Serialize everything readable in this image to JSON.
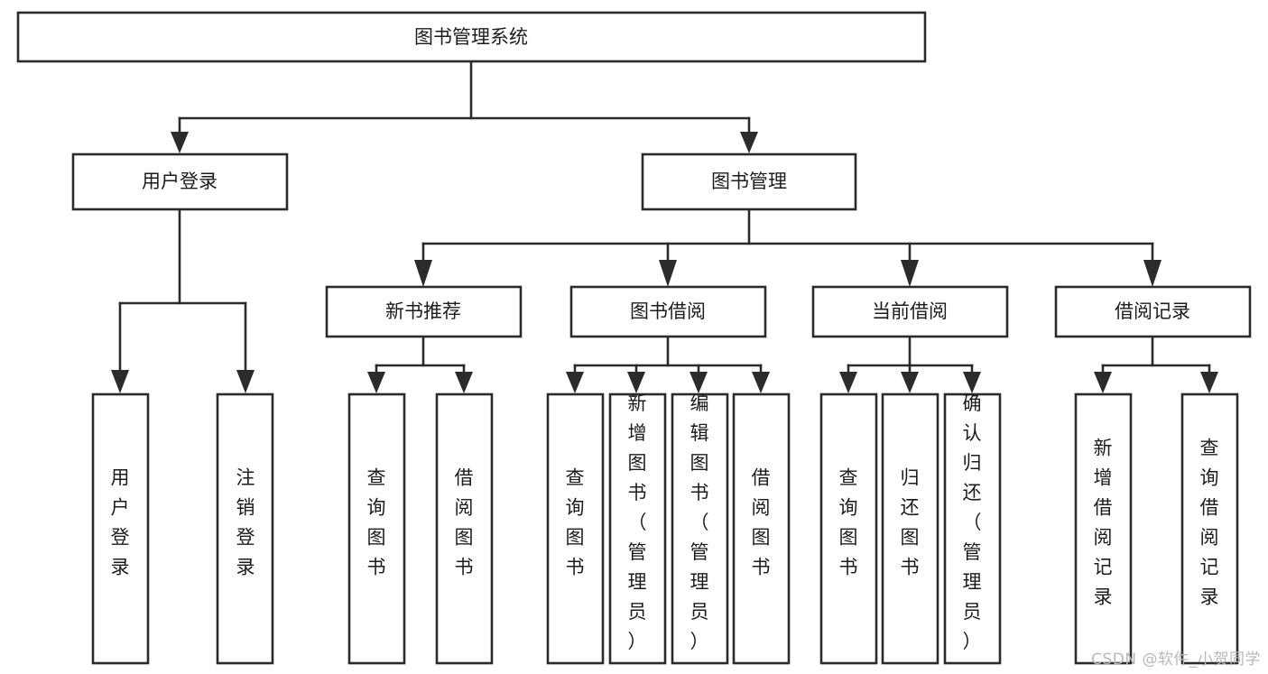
{
  "diagram": {
    "type": "tree",
    "title": "图书管理系统",
    "watermark": "CSDN @软件_小贺同学",
    "colors": {
      "stroke": "#2b2b2b",
      "fill": "#ffffff",
      "text": "#1c1c1c",
      "watermark": "#b9b9b9"
    },
    "levels": {
      "root": {
        "label": "图书管理系统"
      },
      "level2": [
        {
          "label": "用户登录"
        },
        {
          "label": "图书管理"
        }
      ],
      "level3": [
        {
          "label": "新书推荐"
        },
        {
          "label": "图书借阅"
        },
        {
          "label": "当前借阅"
        },
        {
          "label": "借阅记录"
        }
      ],
      "leaves": {
        "user_login": [
          {
            "label": "用户登录"
          },
          {
            "label": "注销登录"
          }
        ],
        "new_book_recommend": [
          {
            "label": "查询图书"
          },
          {
            "label": "借阅图书"
          }
        ],
        "book_borrow": [
          {
            "label": "查询图书"
          },
          {
            "label": "新增图书（管理员）"
          },
          {
            "label": "编辑图书（管理员）"
          },
          {
            "label": "借阅图书"
          }
        ],
        "current_borrow": [
          {
            "label": "查询图书"
          },
          {
            "label": "归还图书"
          },
          {
            "label": "确认归还（管理员）"
          }
        ],
        "borrow_record": [
          {
            "label": "新增借阅记录"
          },
          {
            "label": "查询借阅记录"
          }
        ]
      }
    }
  }
}
